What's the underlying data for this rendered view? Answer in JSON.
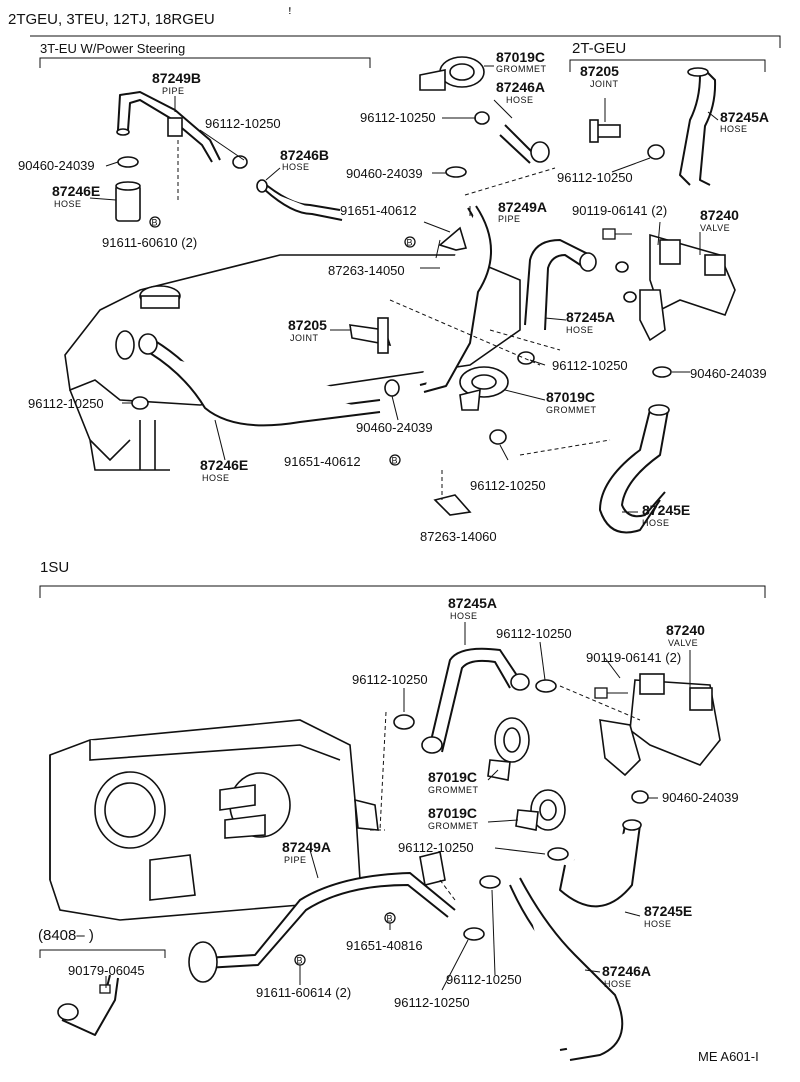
{
  "headers": {
    "main_models": "2TGEU, 3TEU, 12TJ, 18RGEU",
    "variant_left": "3T-EU W/Power Steering",
    "variant_right": "2T-GEU",
    "section_1su": "1SU",
    "serial_range": "(8408–          )"
  },
  "callouts": [
    {
      "id": "c1",
      "num": "87249B",
      "type": "PIPE"
    },
    {
      "id": "c2",
      "num": "96112-10250",
      "type": ""
    },
    {
      "id": "c3",
      "num": "87246B",
      "type": "HOSE"
    },
    {
      "id": "c4",
      "num": "90460-24039",
      "type": ""
    },
    {
      "id": "c5",
      "num": "87246E",
      "type": "HOSE"
    },
    {
      "id": "c6",
      "num": "91611-60610 (2)",
      "type": ""
    },
    {
      "id": "c7",
      "num": "87019C",
      "type": "GROMMET"
    },
    {
      "id": "c8",
      "num": "87246A",
      "type": "HOSE"
    },
    {
      "id": "c9",
      "num": "96112-10250",
      "type": ""
    },
    {
      "id": "c10",
      "num": "90460-24039",
      "type": ""
    },
    {
      "id": "c11",
      "num": "91651-40612",
      "type": ""
    },
    {
      "id": "c12",
      "num": "87249A",
      "type": "PIPE"
    },
    {
      "id": "c13",
      "num": "87263-14050",
      "type": ""
    },
    {
      "id": "c14",
      "num": "87205",
      "type": "JOINT"
    },
    {
      "id": "c15",
      "num": "96112-10250",
      "type": ""
    },
    {
      "id": "c16",
      "num": "87246E",
      "type": "HOSE"
    },
    {
      "id": "c17",
      "num": "90460-24039",
      "type": ""
    },
    {
      "id": "c18",
      "num": "91651-40612",
      "type": ""
    },
    {
      "id": "c19",
      "num": "87263-14060",
      "type": ""
    },
    {
      "id": "c20",
      "num": "87205",
      "type": "JOINT"
    },
    {
      "id": "c21",
      "num": "87245A",
      "type": "HOSE"
    },
    {
      "id": "c22",
      "num": "96112-10250",
      "type": ""
    },
    {
      "id": "c23",
      "num": "90119-06141 (2)",
      "type": ""
    },
    {
      "id": "c24",
      "num": "87240",
      "type": "VALVE"
    },
    {
      "id": "c25",
      "num": "87245A",
      "type": "HOSE"
    },
    {
      "id": "c26",
      "num": "96112-10250",
      "type": ""
    },
    {
      "id": "c27",
      "num": "90460-24039",
      "type": ""
    },
    {
      "id": "c28",
      "num": "87019C",
      "type": "GROMMET"
    },
    {
      "id": "c29",
      "num": "96112-10250",
      "type": ""
    },
    {
      "id": "c30",
      "num": "87245E",
      "type": "HOSE"
    },
    {
      "id": "d1",
      "num": "87245A",
      "type": "HOSE"
    },
    {
      "id": "d2",
      "num": "96112-10250",
      "type": ""
    },
    {
      "id": "d3",
      "num": "87240",
      "type": "VALVE"
    },
    {
      "id": "d4",
      "num": "90119-06141 (2)",
      "type": ""
    },
    {
      "id": "d5",
      "num": "96112-10250",
      "type": ""
    },
    {
      "id": "d6",
      "num": "87019C",
      "type": "GROMMET"
    },
    {
      "id": "d7",
      "num": "87019C",
      "type": "GROMMET"
    },
    {
      "id": "d8",
      "num": "90460-24039",
      "type": ""
    },
    {
      "id": "d9",
      "num": "87249A",
      "type": "PIPE"
    },
    {
      "id": "d10",
      "num": "96112-10250",
      "type": ""
    },
    {
      "id": "d11",
      "num": "87245E",
      "type": "HOSE"
    },
    {
      "id": "d12",
      "num": "91651-40816",
      "type": ""
    },
    {
      "id": "d13",
      "num": "90179-06045",
      "type": ""
    },
    {
      "id": "d14",
      "num": "91611-60614 (2)",
      "type": ""
    },
    {
      "id": "d15",
      "num": "96112-10250",
      "type": ""
    },
    {
      "id": "d16",
      "num": "87246A",
      "type": "HOSE"
    },
    {
      "id": "d17",
      "num": "96112-10250",
      "type": ""
    }
  ],
  "bolt_marker": "B",
  "footer": {
    "code": "ME  A601-I"
  }
}
